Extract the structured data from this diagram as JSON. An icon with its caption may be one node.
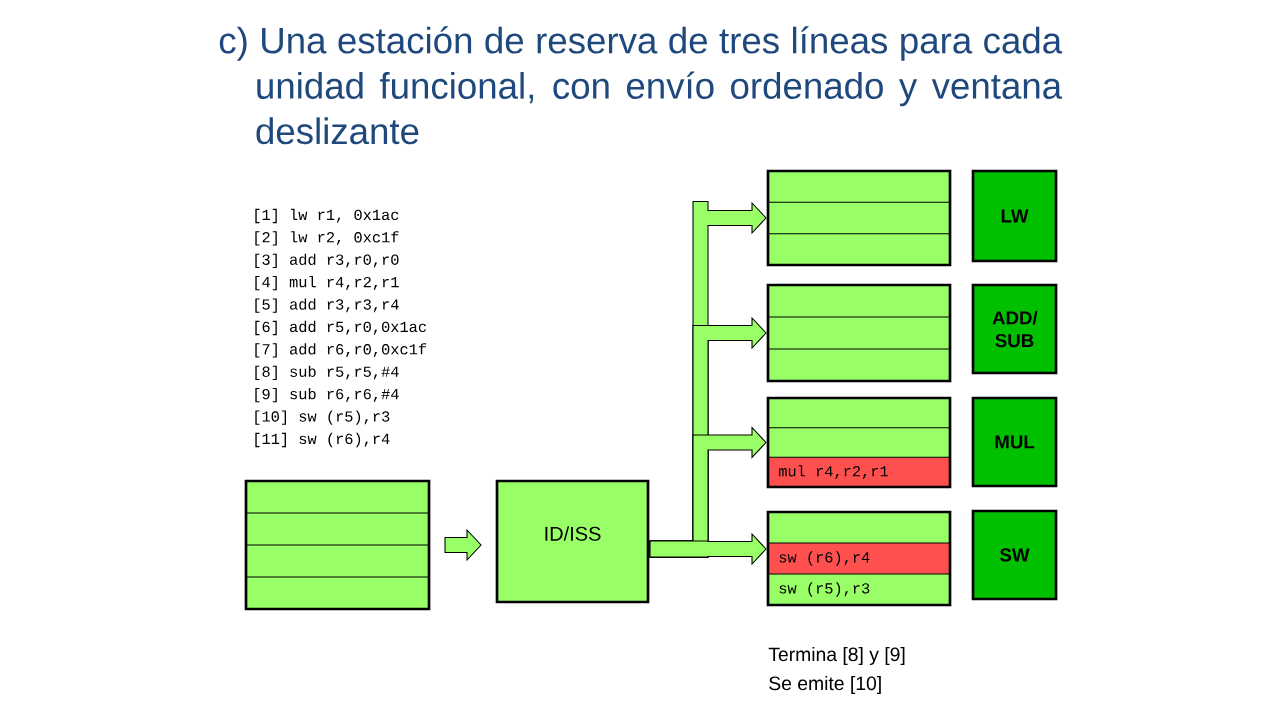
{
  "diagram": {
    "title": "c) Una estación de reserva de tres líneas para cada unidad funcional, con envío ordenado y ventana deslizante",
    "nodes": [
      {
        "text": [],
        "shape": "box"
      },
      {
        "text": [
          "ID/ISS"
        ]
      },
      {
        "text": [],
        "shape": "box"
      },
      {
        "text": [],
        "shape": "box"
      },
      {
        "text": [
          "mul r4,r2,r1"
        ]
      },
      {
        "text": [
          "sw (r6),r4",
          "sw (r5),r3"
        ]
      },
      {
        "text": [
          "LW"
        ]
      },
      {
        "text": [
          "ADD/ SUB"
        ]
      },
      {
        "text": [
          "MUL"
        ]
      },
      {
        "text": [
          "SW"
        ]
      }
    ],
    "edges": [
      {
        "from": 0,
        "to": 1,
        "arrow": "to"
      },
      {
        "from": 1,
        "to": 2,
        "arrow": "to"
      },
      {
        "from": 1,
        "to": 3,
        "arrow": "to"
      },
      {
        "from": 1,
        "to": 4,
        "arrow": "to"
      },
      {
        "from": 1,
        "to": 5,
        "arrow": "to"
      }
    ],
    "labels": [
      "[1] lw r1, 0x1ac",
      "[2] lw r2, 0xc1f",
      "[3] add r3,r0,r0",
      "[4] mul r4,r2,r1",
      "[5] add r3,r3,r4",
      "[6] add r5,r0,0x1ac",
      "[7] add r6,r0,0xc1f",
      "[8] sub r5,r5,#4",
      "[9] sub r6,r6,#4",
      "[10] sw (r5),r3",
      "[11] sw (r6),r4",
      "Termina [8] y [9]",
      "Se emite [10]"
    ]
  }
}
